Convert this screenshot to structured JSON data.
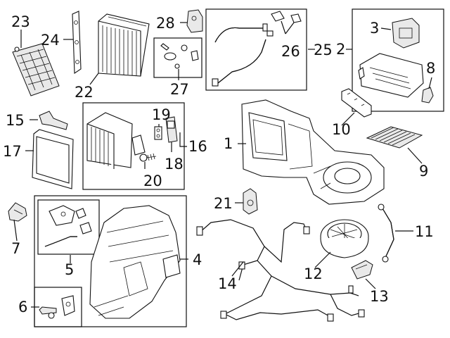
{
  "diagram": {
    "labels": {
      "n1": "1",
      "n2": "2",
      "n3": "3",
      "n4": "4",
      "n5": "5",
      "n6": "6",
      "n7": "7",
      "n8": "8",
      "n9": "9",
      "n10": "10",
      "n11": "11",
      "n12": "12",
      "n13": "13",
      "n14": "14",
      "n15": "15",
      "n16": "16",
      "n17": "17",
      "n18": "18",
      "n19": "19",
      "n20": "20",
      "n21": "21",
      "n22": "22",
      "n23": "23",
      "n24": "24",
      "n25": "25",
      "n26": "26",
      "n27": "27",
      "n28": "28"
    }
  }
}
